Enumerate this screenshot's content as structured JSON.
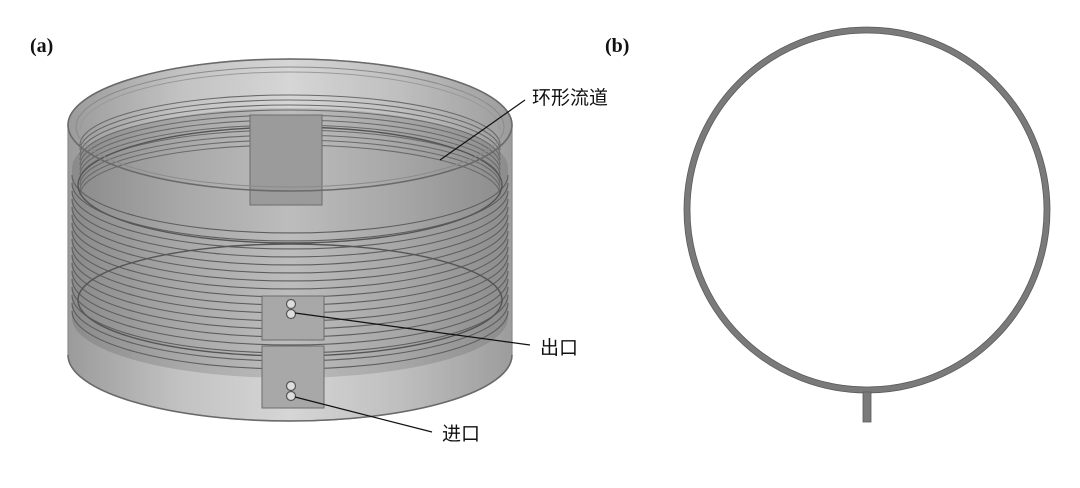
{
  "panels": {
    "a": {
      "label": "(a)"
    },
    "b": {
      "label": "(b)"
    }
  },
  "callouts": {
    "channel": "环形流道",
    "outlet": "出口",
    "inlet": "进口"
  }
}
